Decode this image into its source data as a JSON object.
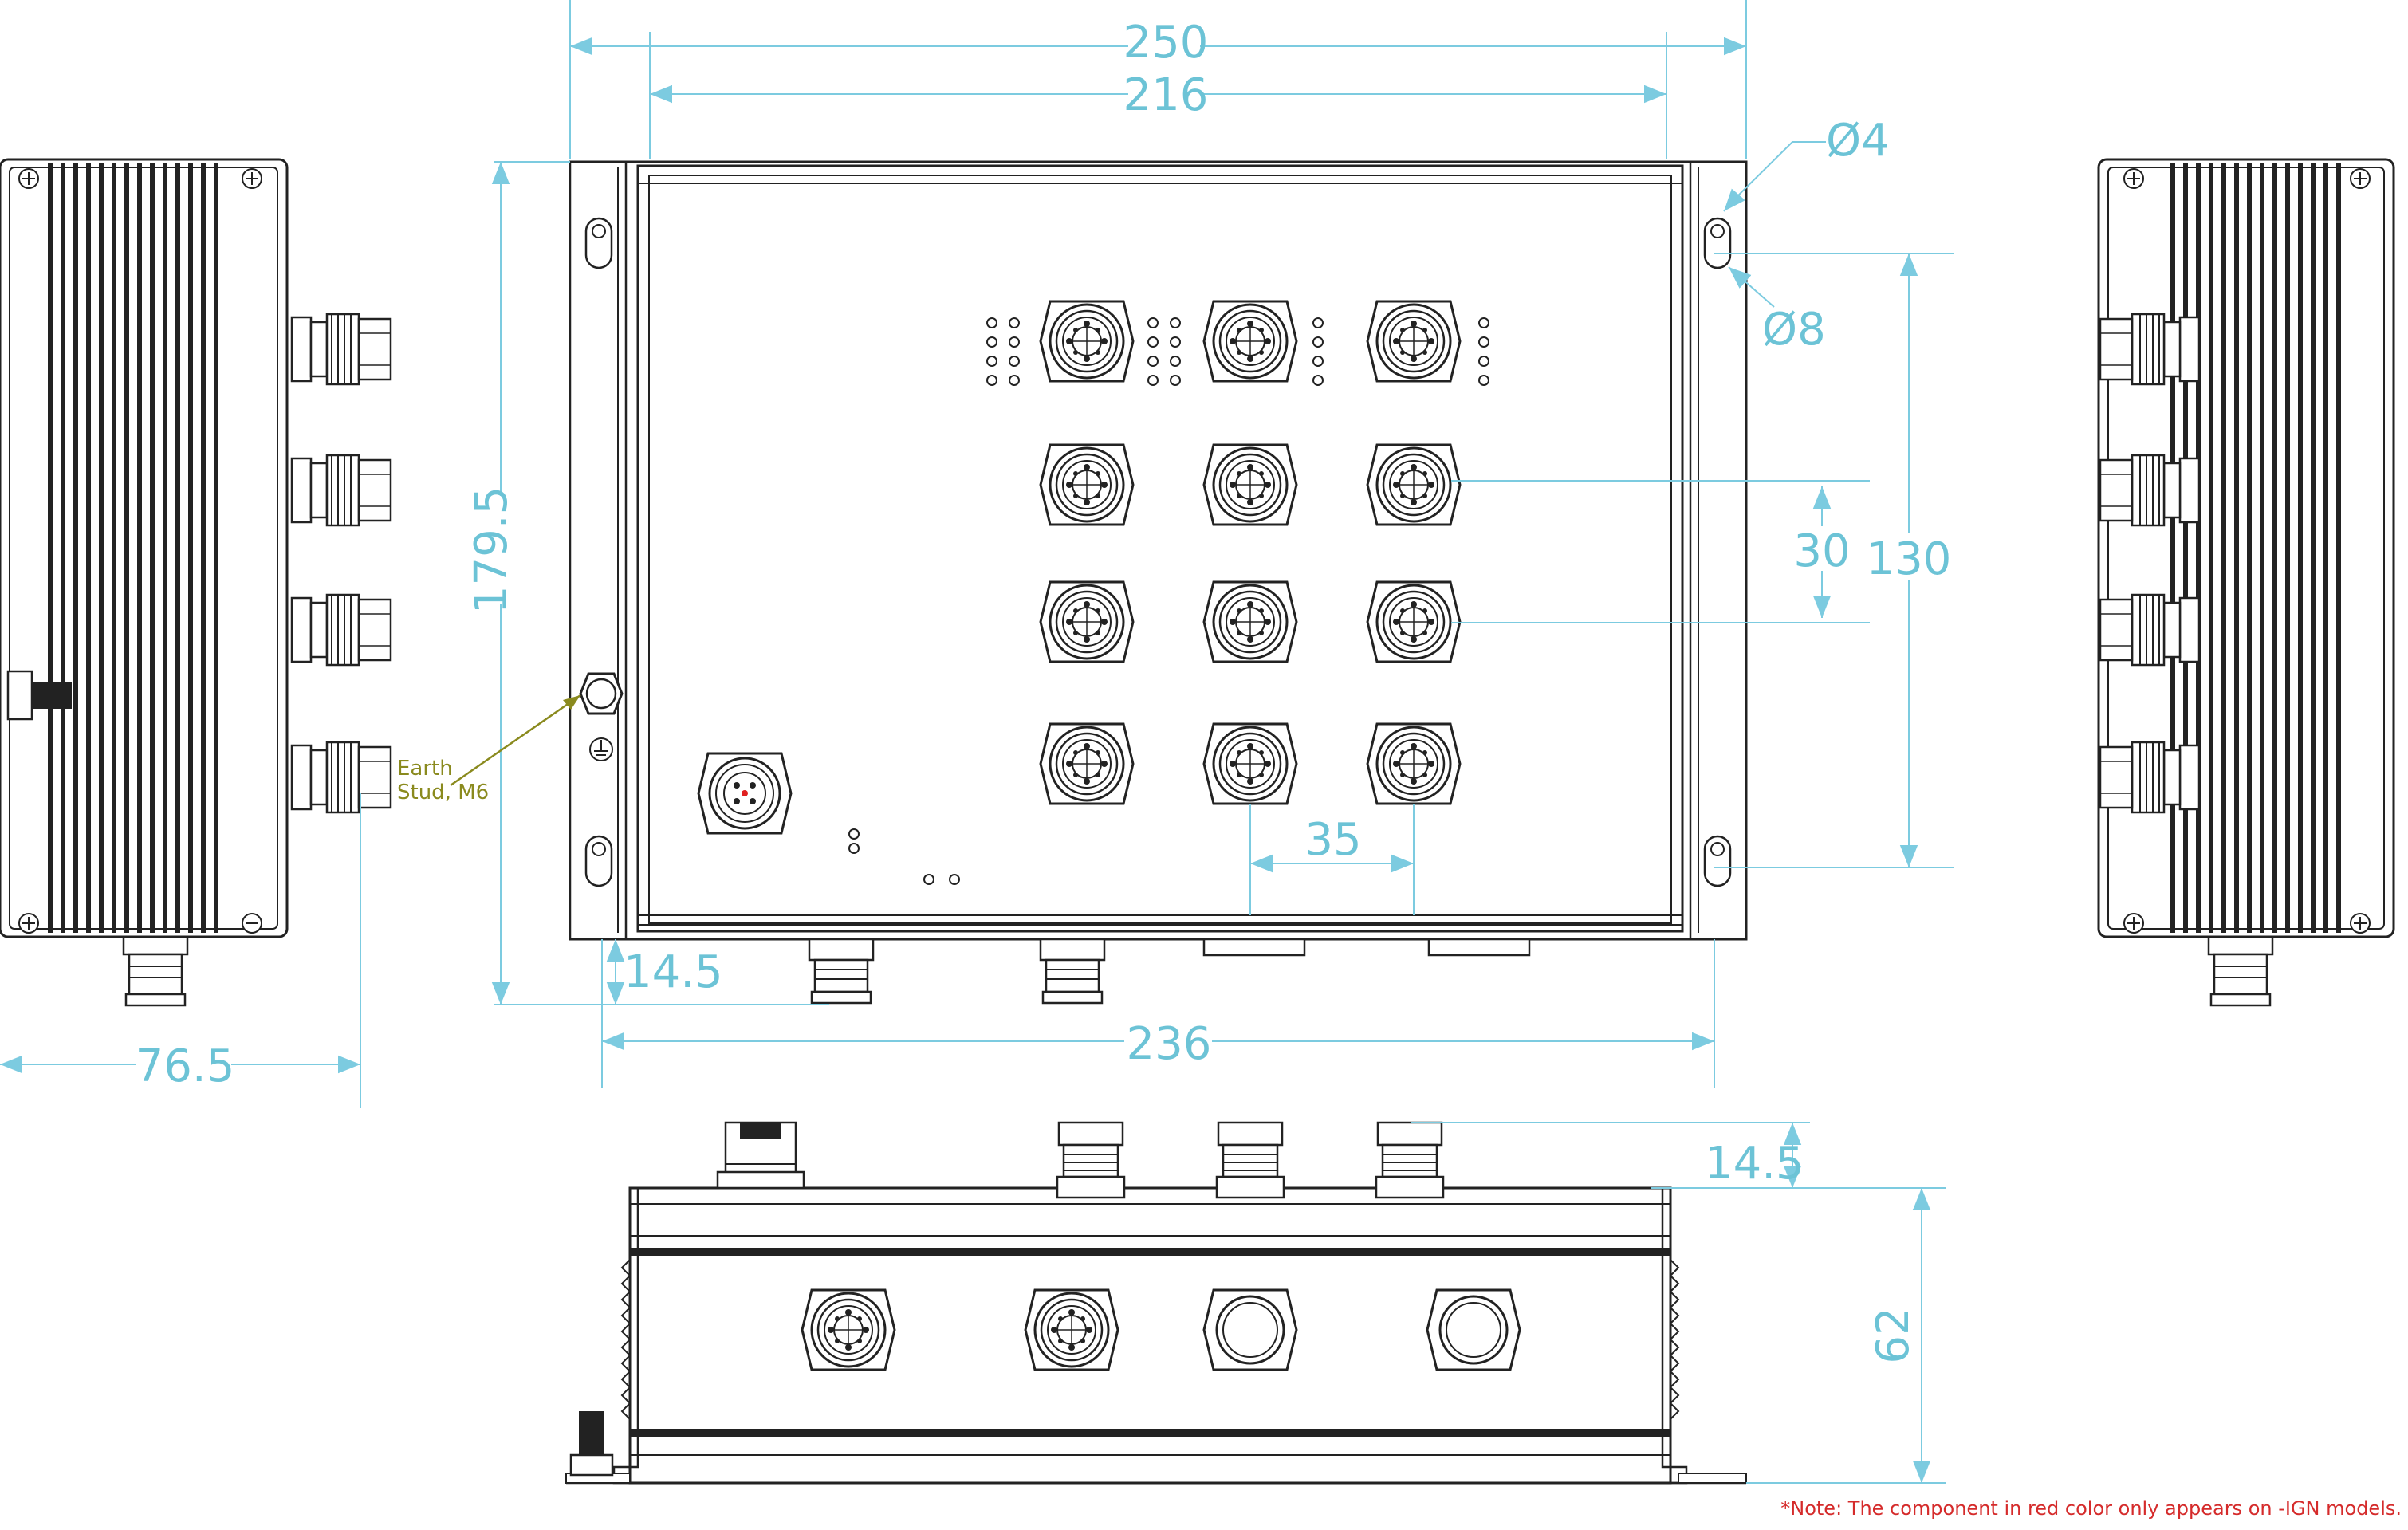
{
  "dimensions": {
    "overall_width": "250",
    "mount_width": "216",
    "height": "179.5",
    "hole_small": "Ø4",
    "hole_large": "Ø8",
    "vertical_span": "130",
    "port_pitch_v": "30",
    "port_pitch_h": "35",
    "bottom_protrusion": "14.5",
    "base_width": "236",
    "side_depth": "76.5",
    "bottom_protrusion_2": "14.5",
    "bottom_height": "62"
  },
  "earth_label_line1": "Earth",
  "earth_label_line2": "Stud, M6",
  "note": "*Note: The component in red color only appears on -IGN models.",
  "colors": {
    "dimension": "#7ccbe0",
    "dimension_text": "#6cc3d6",
    "outline": "#222222",
    "earth_label": "#8a8a1e",
    "note": "#d52b2b",
    "accent_red": "#e02020"
  }
}
